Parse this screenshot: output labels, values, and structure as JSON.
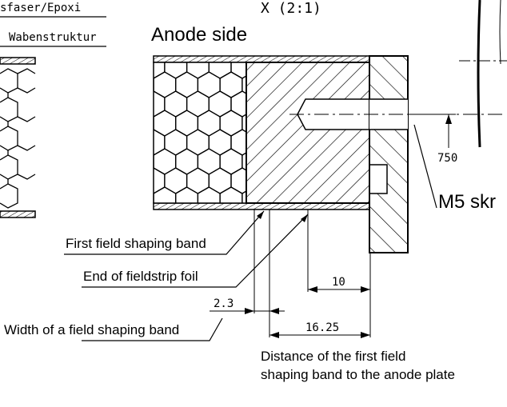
{
  "labels": {
    "material_fiber": "sfaser/Epoxi",
    "material_honeycomb": "Wabenstruktur",
    "scale": "X (2:1)",
    "anode_side": "Anode side",
    "screw": "M5 skr",
    "dim_750": "750",
    "first_band": "First field shaping band",
    "end_foil": "End of fieldstrip foil",
    "width_band": "Width of a field shaping band",
    "dim_2_3": "2.3",
    "dim_10": "10",
    "dim_16_25": "16.25",
    "distance_line1": "Distance of the first field",
    "distance_line2": "shaping band to the anode plate"
  }
}
